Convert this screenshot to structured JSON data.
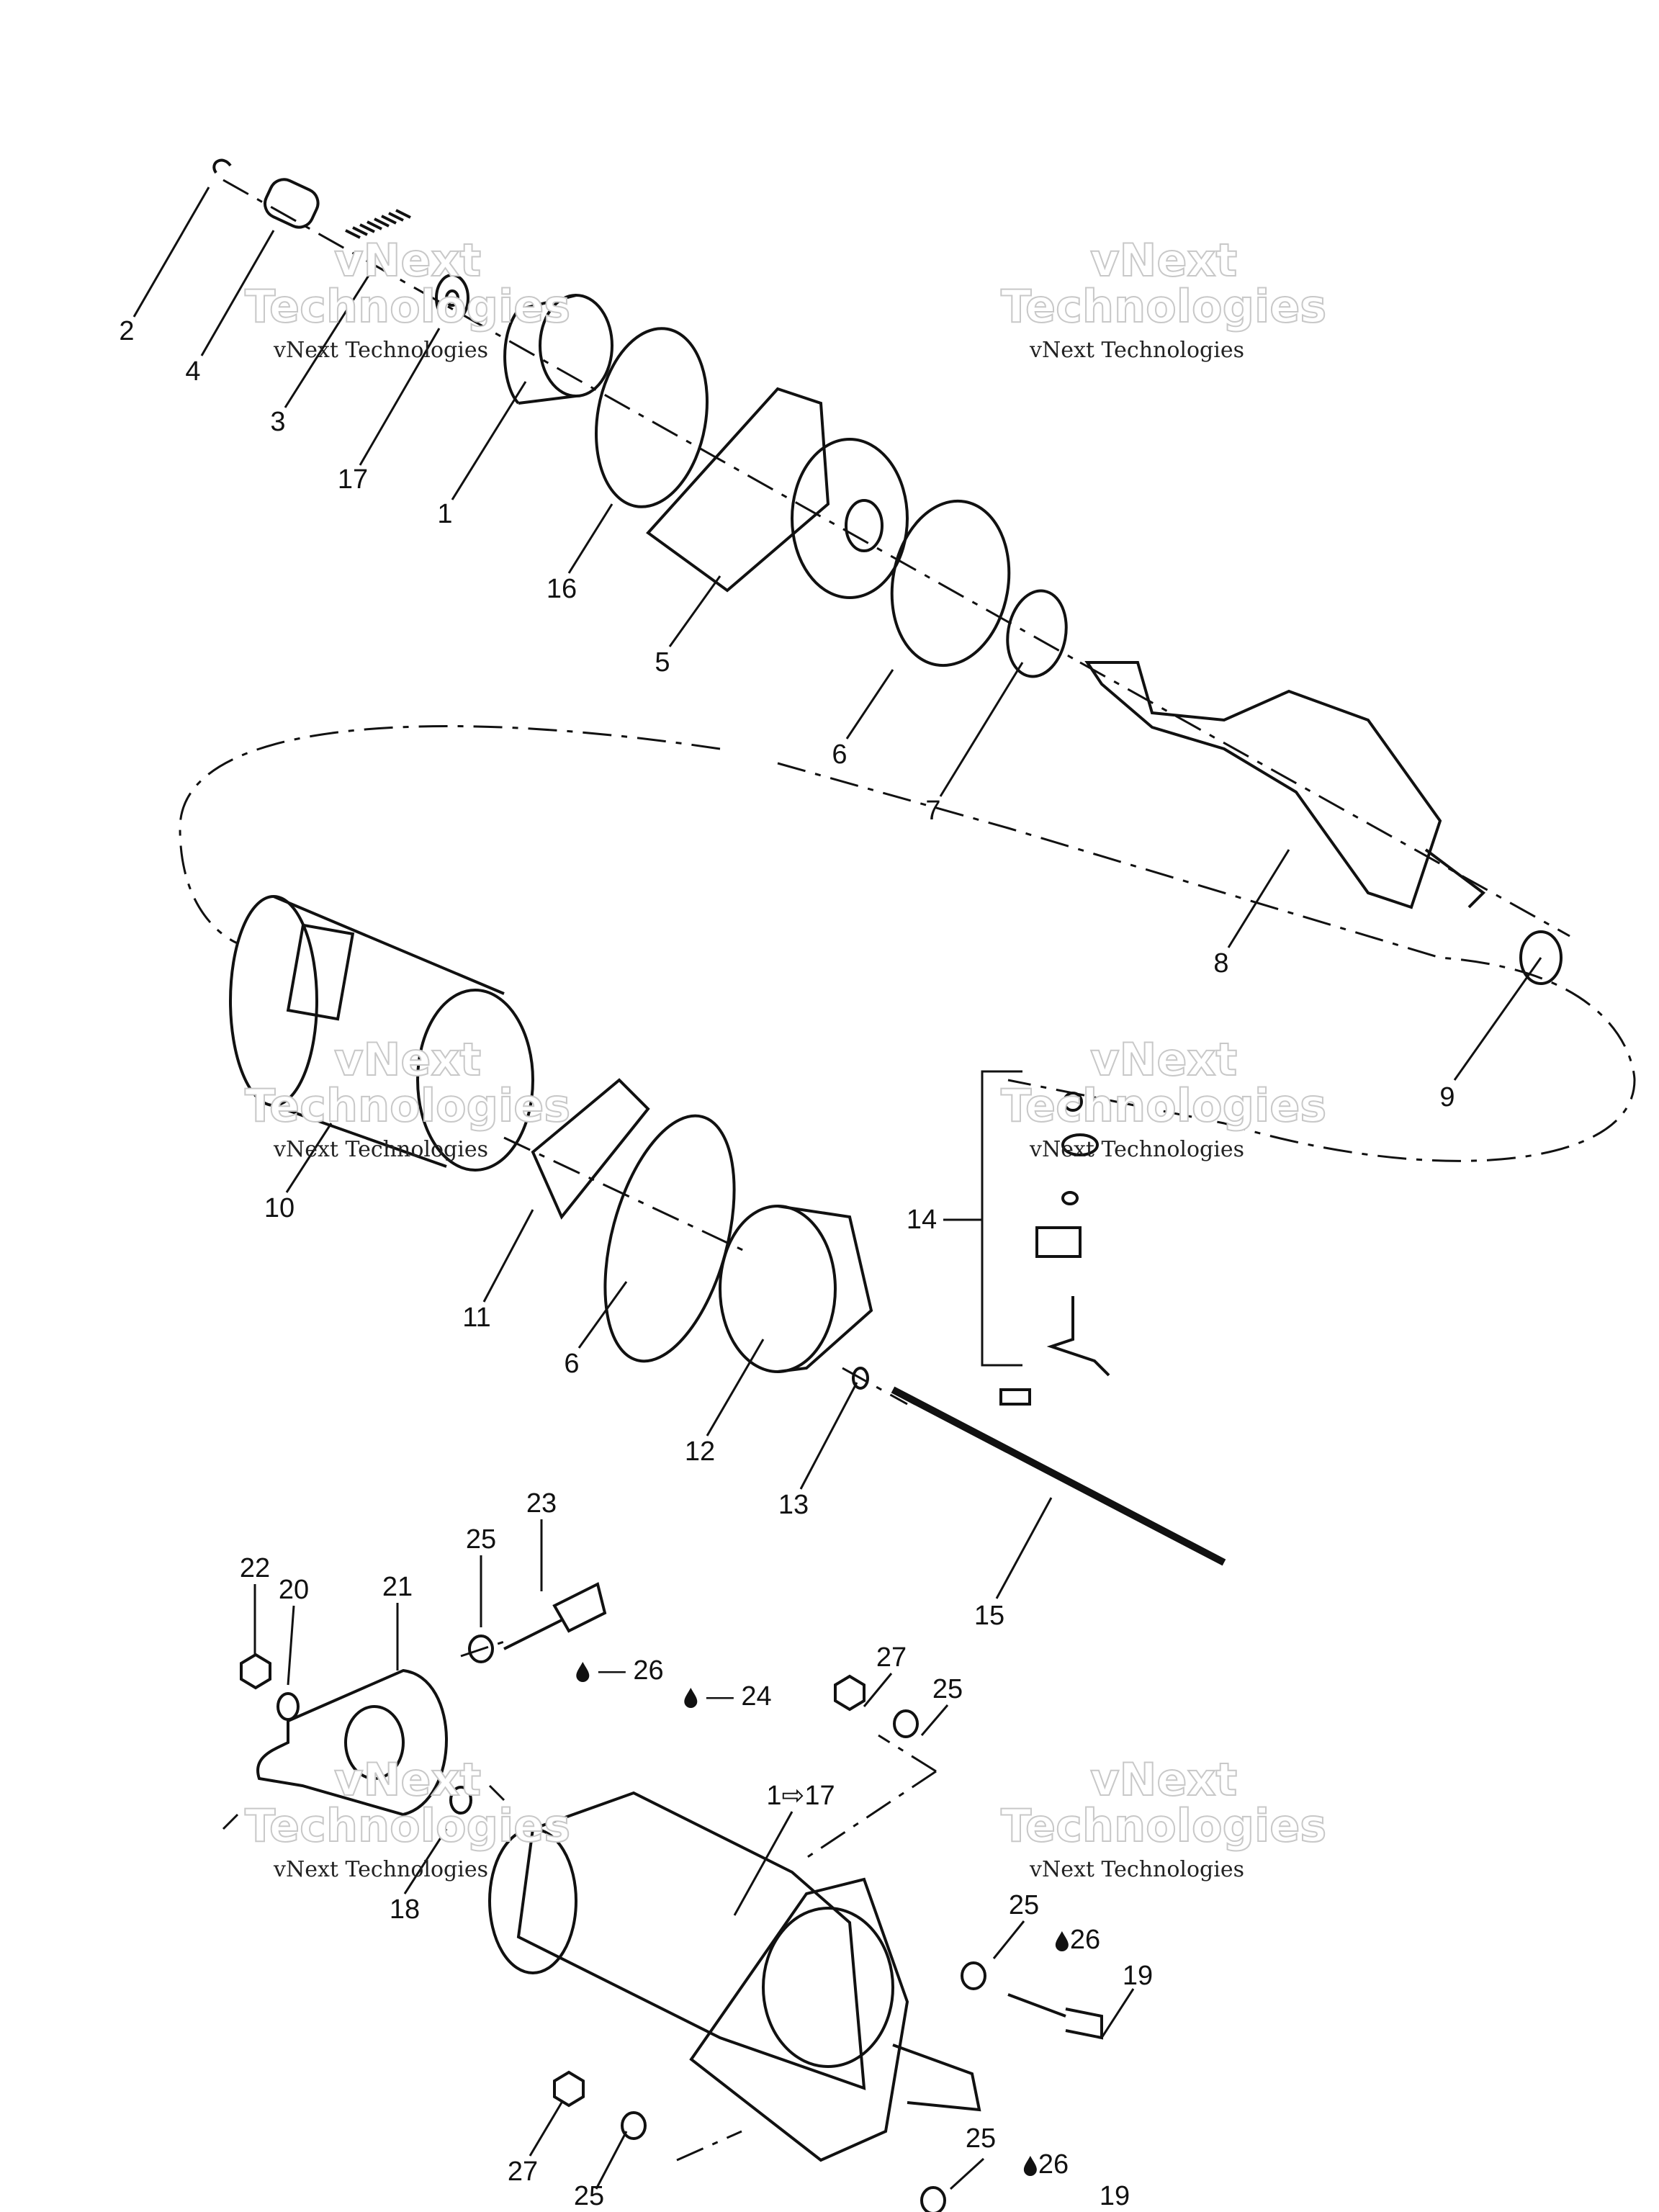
{
  "watermark": {
    "line1": "vNext",
    "line2": "Technologies",
    "caption": "vNext Technologies"
  },
  "labels": {
    "l2": "2",
    "l4": "4",
    "l3": "3",
    "l17": "17",
    "l1": "1",
    "l16": "16",
    "l5": "5",
    "l6a": "6",
    "l7": "7",
    "l8": "8",
    "l9": "9",
    "l10": "10",
    "l11": "11",
    "l6b": "6",
    "l12": "12",
    "l13": "13",
    "l14": "14",
    "l15": "15",
    "l22": "22",
    "l20": "20",
    "l21": "21",
    "l25a": "25",
    "l23": "23",
    "l26a": "— 26",
    "l24": "— 24",
    "l27a": "27",
    "l25b": "25",
    "l1to17": "1⇨17",
    "l18": "18",
    "l25c": "25",
    "l26b": "26",
    "l19a": "19",
    "l27b": "27",
    "l25d": "25",
    "l25e": "25",
    "l26c": "26",
    "l19b": "19"
  },
  "icons": {
    "lubricant": "oil-drop-icon"
  }
}
